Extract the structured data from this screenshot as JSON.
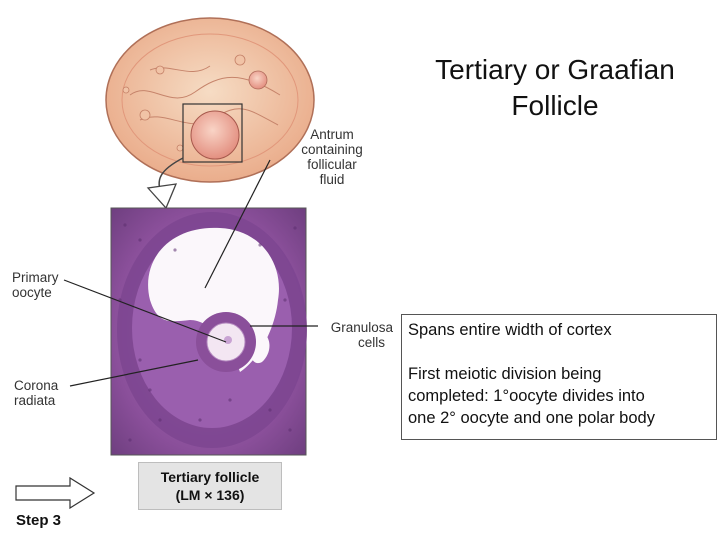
{
  "title": {
    "line1": "Tertiary or Graafian",
    "line2": "Follicle"
  },
  "labels": {
    "antrum": [
      "Antrum",
      "containing",
      "follicular",
      "fluid"
    ],
    "primary_oocyte": [
      "Primary",
      "oocyte"
    ],
    "granulosa": [
      "Granulosa",
      "cells"
    ],
    "corona": [
      "Corona",
      "radiata"
    ]
  },
  "caption": {
    "line1": "Tertiary follicle",
    "line2": "(LM × 136)"
  },
  "step": "Step 3",
  "info": {
    "line1": "Spans entire width of cortex",
    "para2": [
      "First meiotic division being",
      "completed: 1°oocyte divides into",
      "one 2° oocyte and one polar body"
    ]
  },
  "colors": {
    "ovary_fill": "#f2c9a8",
    "tissue_purple": "#8a4f9a",
    "antrum_white": "#fbf7fb"
  }
}
